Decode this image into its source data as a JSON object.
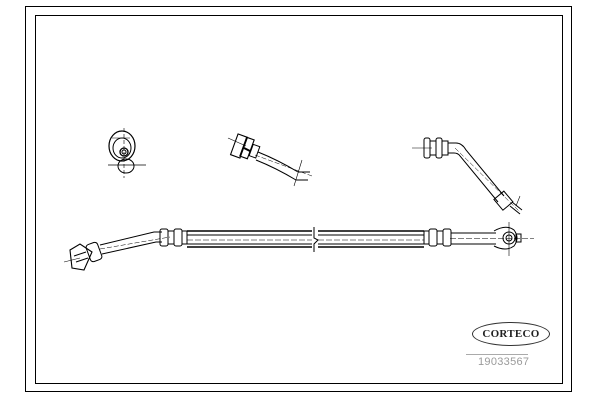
{
  "drawing": {
    "title": "Brake hose technical drawing",
    "views": [
      {
        "name": "end-fitting-front-view"
      },
      {
        "name": "fitting-side-view-left"
      },
      {
        "name": "fitting-angled-view-right"
      },
      {
        "name": "brake-hose-full-length"
      }
    ]
  },
  "brand": {
    "logo_text": "CORTECO"
  },
  "part": {
    "number": "19033567"
  },
  "colors": {
    "line": "#000000",
    "background": "#ffffff",
    "part_number": "#9a9a9a"
  }
}
